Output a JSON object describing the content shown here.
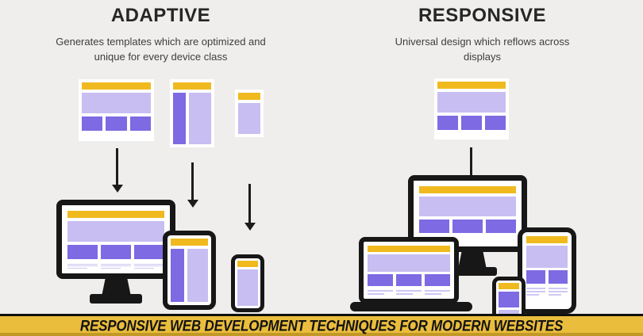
{
  "adaptive": {
    "title": "ADAPTIVE",
    "subtitle": "Generates templates which are optimized and unique for every device class"
  },
  "responsive": {
    "title": "RESPONSIVE",
    "subtitle": "Universal design which reflows across displays"
  },
  "banner": {
    "text": "RESPONSIVE WEB DEVELOPMENT TECHNIQUES FOR MODERN WEBSITES"
  },
  "colors": {
    "bg": "#efeeec",
    "yellow": "#F0BA1F",
    "banner_yellow": "#EABD3C",
    "purple_light": "#C8BEF2",
    "purple_mid": "#7E6AE3",
    "purple_line": "#CFC7F3",
    "frame": "#171717",
    "card": "#ffffff",
    "ink": "#262626"
  }
}
